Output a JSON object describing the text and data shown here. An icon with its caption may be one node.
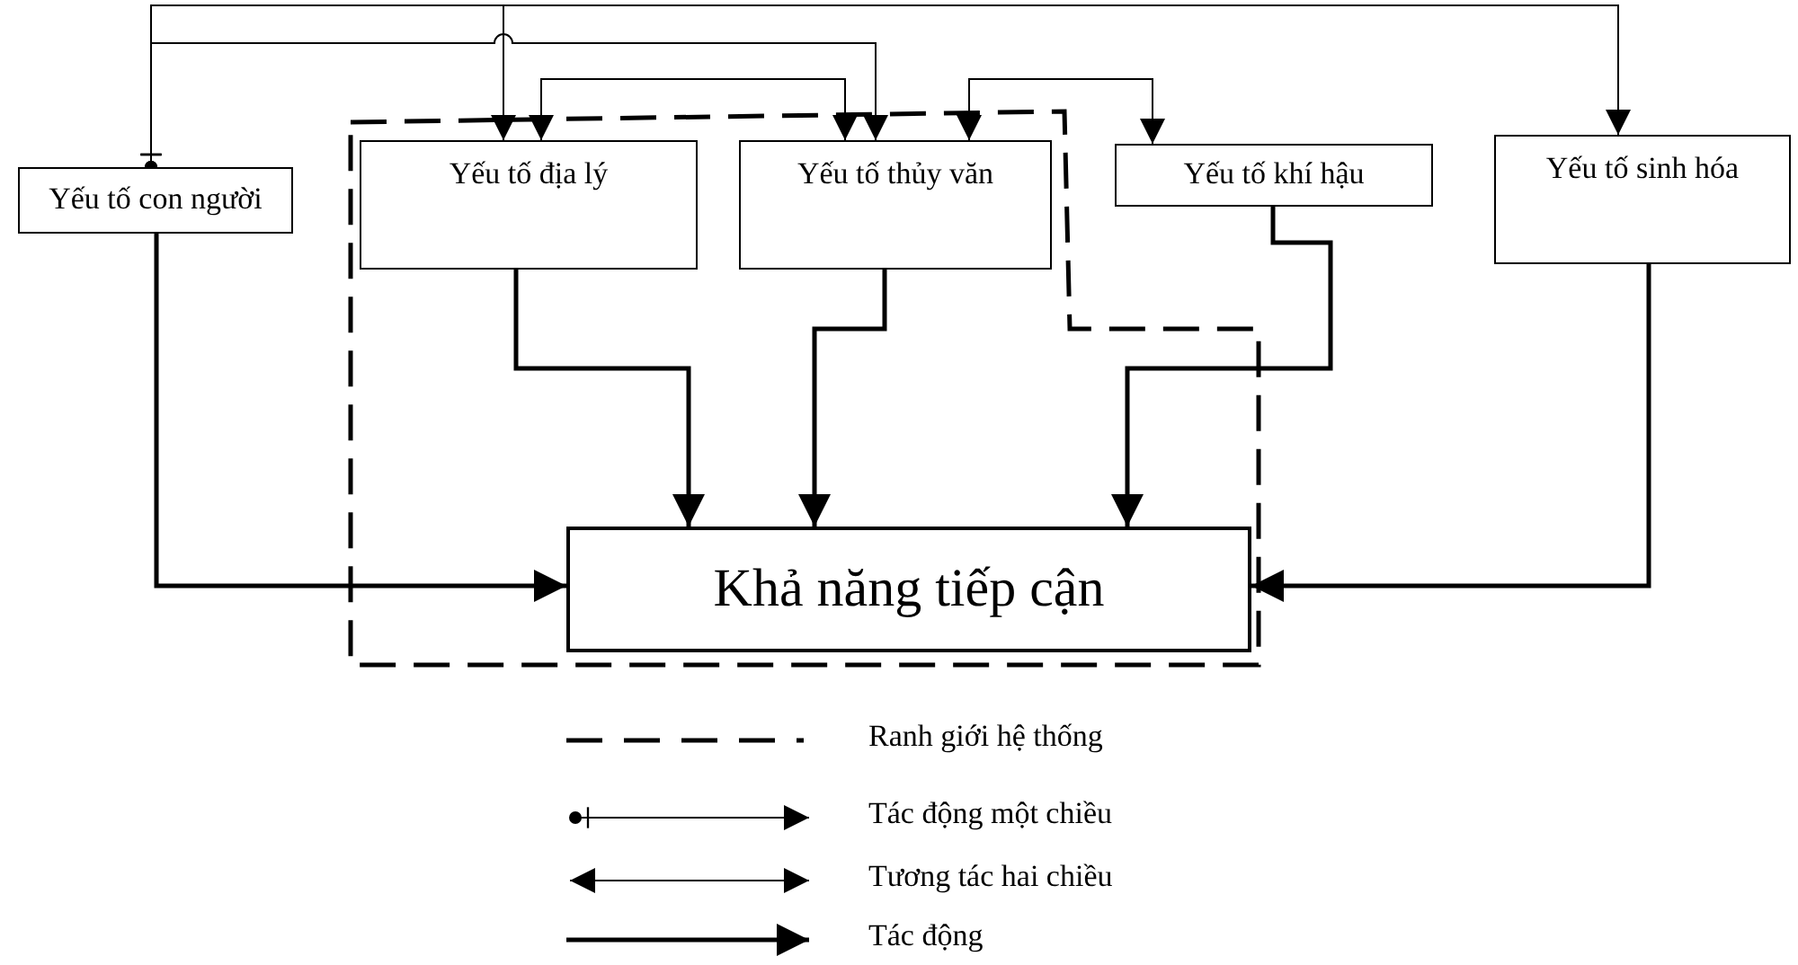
{
  "diagram": {
    "nodes": [
      {
        "text": [
          "Yếu tố con người"
        ]
      },
      {
        "text": [
          "Yếu tố địa lý"
        ]
      },
      {
        "text": [
          "Yếu tố thủy văn"
        ]
      },
      {
        "text": [
          "Yếu tố khí hậu"
        ]
      },
      {
        "text": [
          "Yếu tố sinh hóa"
        ]
      },
      {
        "text": [
          "Khả năng tiếp cận"
        ]
      }
    ],
    "edges": [
      {
        "from": 0,
        "to": 1,
        "arrow": "to"
      },
      {
        "from": 0,
        "to": 2,
        "arrow": "to"
      },
      {
        "from": 0,
        "to": 4,
        "arrow": "to"
      },
      {
        "from": 1,
        "to": 2,
        "arrow": "both"
      },
      {
        "from": 2,
        "to": 3,
        "arrow": "both"
      },
      {
        "from": 0,
        "to": 5,
        "arrow": "to",
        "style": "thick"
      },
      {
        "from": 1,
        "to": 5,
        "arrow": "to",
        "style": "thick"
      },
      {
        "from": 2,
        "to": 5,
        "arrow": "to",
        "style": "thick"
      },
      {
        "from": 3,
        "to": 5,
        "arrow": "to",
        "style": "thick"
      },
      {
        "from": 4,
        "to": 5,
        "arrow": "to",
        "style": "thick"
      }
    ],
    "legend": [
      {
        "text": "Ranh giới hệ thống"
      },
      {
        "text": "Tác động một chiều"
      },
      {
        "text": "Tương tác hai chiều"
      },
      {
        "text": "Tác động"
      }
    ]
  }
}
